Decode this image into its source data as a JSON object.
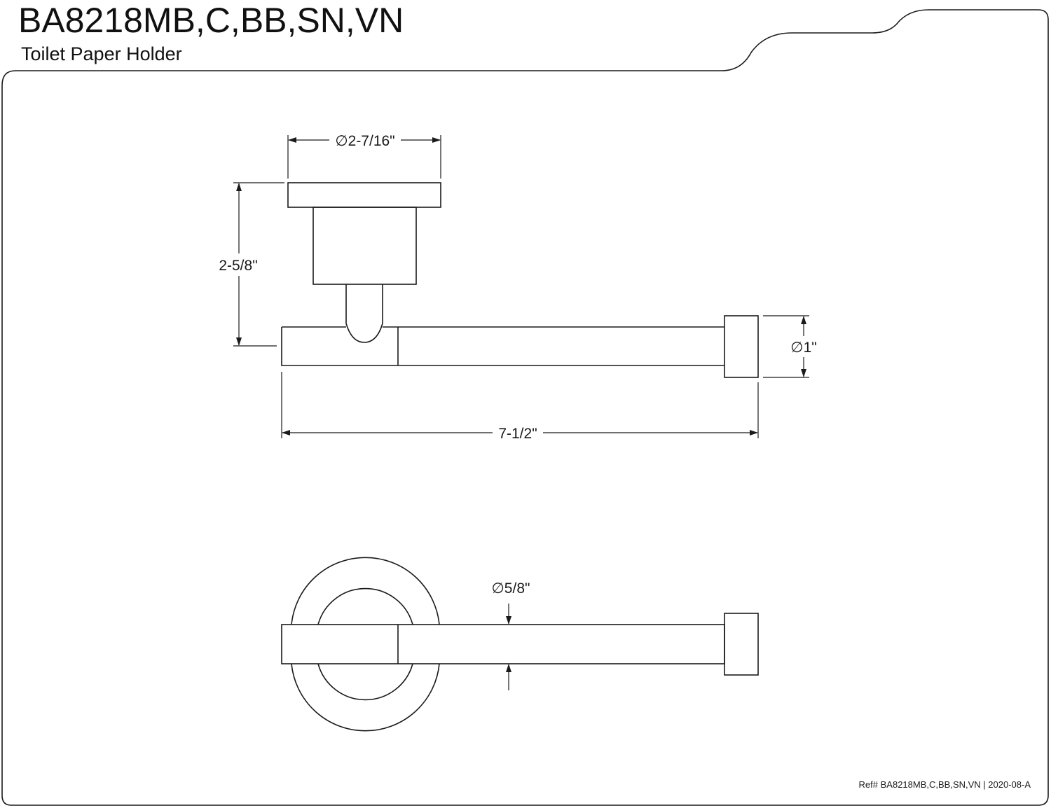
{
  "header": {
    "model": "BA8218MB,C,BB,SN,VN",
    "product": "Toilet Paper Holder"
  },
  "dimensions": {
    "flange_diameter": "∅2-7/16\"",
    "projection": "2-5/8\"",
    "end_cap_diameter": "∅1\"",
    "overall_length": "7-1/2\"",
    "rod_diameter": "∅5/8\""
  },
  "footer": {
    "reference": "Ref# BA8218MB,C,BB,SN,VN | 2020-08-A"
  }
}
